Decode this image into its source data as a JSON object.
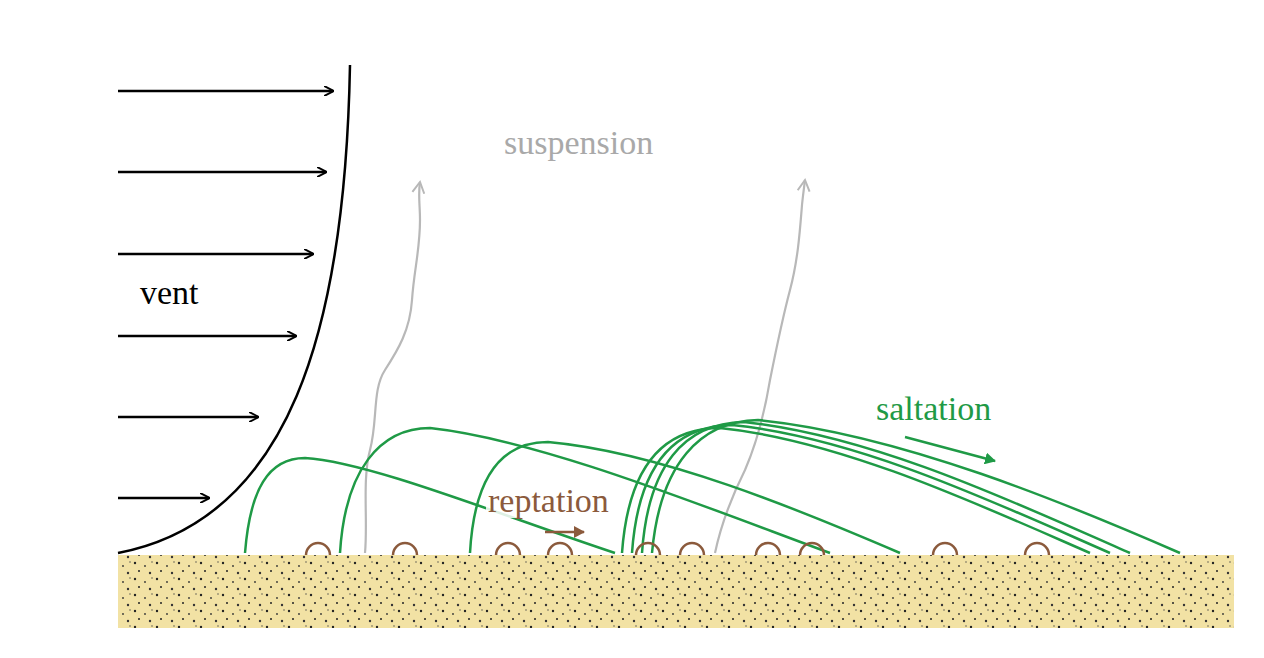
{
  "diagram": {
    "labels": [
      "suspension",
      "vent",
      "saltation",
      "reptation"
    ]
  }
}
